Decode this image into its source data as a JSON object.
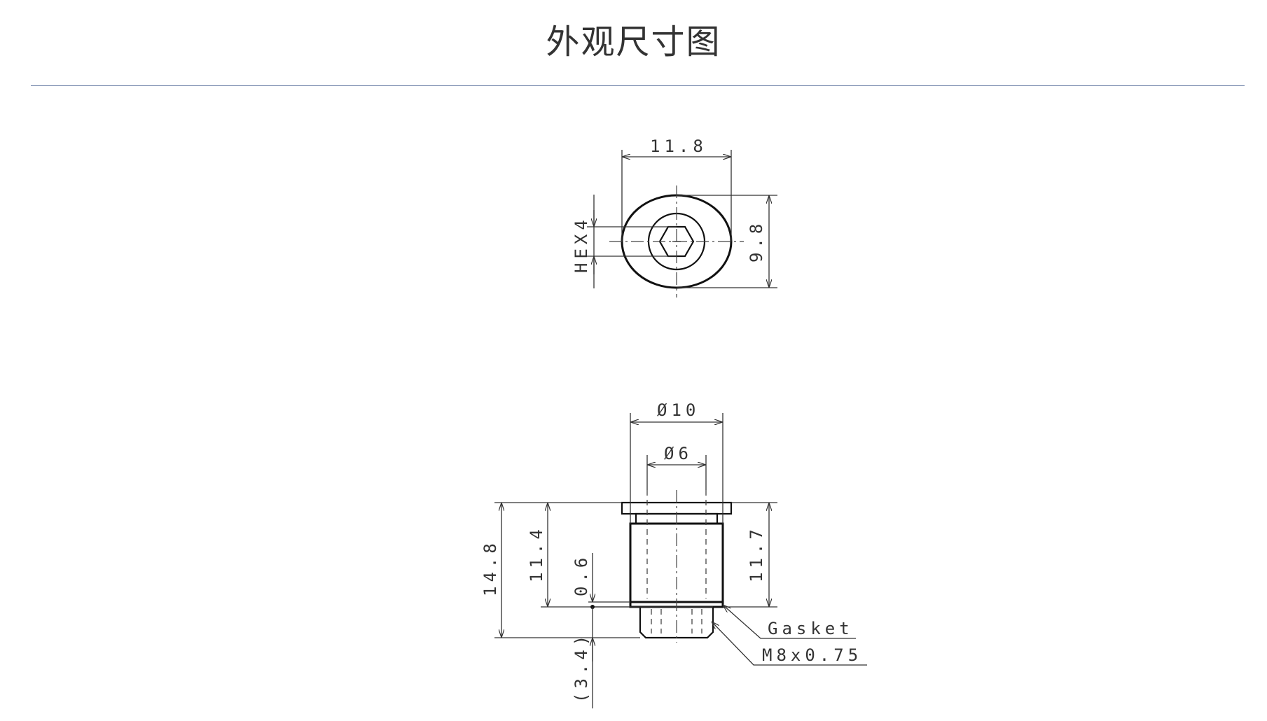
{
  "header": {
    "title": "外观尺寸图"
  },
  "top_view": {
    "width_label": "11.8",
    "height_label": "9.8",
    "hex_label": "HEX4"
  },
  "side_view": {
    "outer_diameter_label": "Ø10",
    "inner_diameter_label": "Ø6",
    "total_height_label": "14.8",
    "body_height_label": "11.4",
    "gasket_gap_label": "0.6",
    "right_height_label": "11.7",
    "thread_length_label": "(3.4)",
    "gasket_label": "Gasket",
    "thread_label": "M8x0.75"
  }
}
